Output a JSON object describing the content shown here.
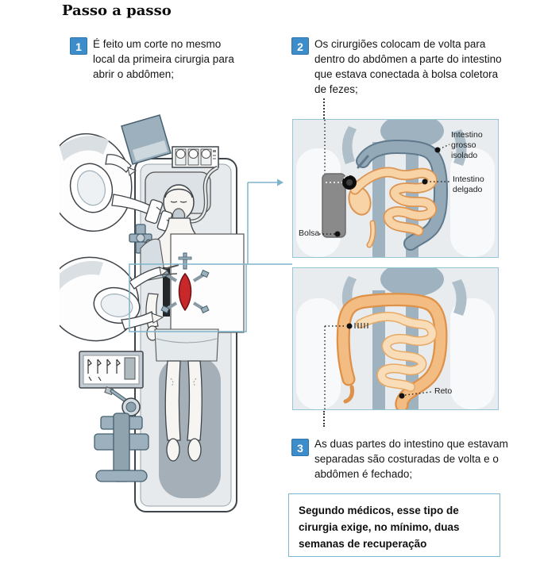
{
  "title": "Passo a passo",
  "steps": [
    {
      "num": "1",
      "text": "É feito um corte no mesmo local da primeira cirurgia para abrir o abdômen;"
    },
    {
      "num": "2",
      "text": "Os cirurgiões colocam de volta para dentro do abdômen a parte do intestino que estava conectada à bolsa coletora de fezes;"
    },
    {
      "num": "3",
      "text": "As duas partes do intestino que estavam separadas são costuradas de volta e o abdômen é fechado;"
    }
  ],
  "panels": {
    "step2_panel": {
      "labels": {
        "large_intestine": "Intestino grosso isolado",
        "small_intestine": "Intestino delgado",
        "bag": "Bolsa"
      }
    },
    "step3_panel": {
      "labels": {
        "rectum": "Reto"
      }
    }
  },
  "note": {
    "text": "Segundo médicos, esse tipo de cirurgia exige, no mínimo, duas semanas de recuperação"
  },
  "colors": {
    "step_badge_blue": "#3e8dcb",
    "panel_border_blue": "#96c5d7",
    "connector_blue": "#6fa3bd",
    "large_intestine_gray": "#94a9b8",
    "intestine_orange": "#f3bc83",
    "small_intestine_peach": "#f8d3a6",
    "incision_red": "#c9282b",
    "colostomy_bag_gray": "#8a8a8a",
    "equipment_blue_gray": "#9cb0bd",
    "panel_background": "#e9ecee"
  }
}
